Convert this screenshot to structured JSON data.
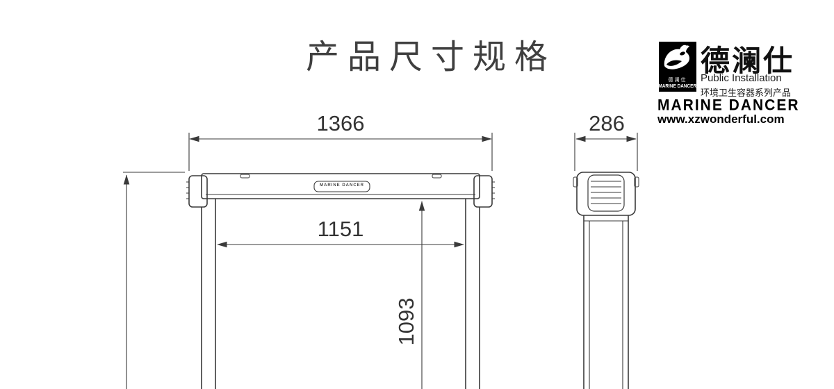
{
  "page": {
    "title": "产品尺寸规格"
  },
  "logo": {
    "square_cn": "德澜仕",
    "square_en": "MARINE DANCER",
    "brand_cn": "德澜仕",
    "line1": "Public Installation",
    "line2": "环境卫生容器系列产品",
    "brand_en": "MARINE DANCER",
    "url": "www.xzwonderful.com"
  },
  "drawing": {
    "front_view": {
      "nameplate": "MARINE DANCER"
    },
    "dimensions": {
      "outer_width": "1366",
      "inner_width": "1151",
      "inner_height": "1093",
      "depth": "286"
    }
  },
  "colors": {
    "line": "#3a3a3a",
    "text": "#333333",
    "background": "#ffffff"
  }
}
